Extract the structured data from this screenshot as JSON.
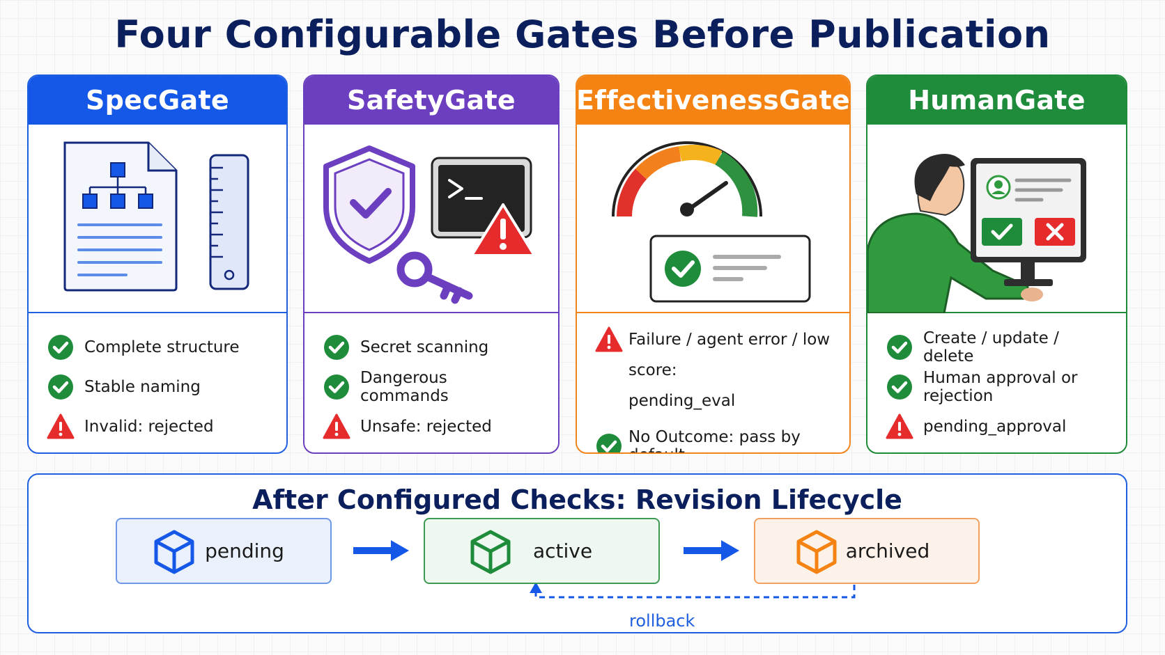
{
  "title": "Four Configurable Gates Before Publication",
  "gates": [
    {
      "name": "SpecGate",
      "items": [
        {
          "status": "check",
          "text": "Complete structure"
        },
        {
          "status": "check",
          "text": "Stable naming"
        },
        {
          "status": "warning",
          "text": "Invalid:  rejected"
        }
      ]
    },
    {
      "name": "SafetyGate",
      "items": [
        {
          "status": "check",
          "text": "Secret scanning"
        },
        {
          "status": "check",
          "text": "Dangerous commands"
        },
        {
          "status": "warning",
          "text": "Unsafe:  rejected"
        }
      ]
    },
    {
      "name": "EffectivenessGate",
      "items": [
        {
          "status": "warning",
          "text": "Failure / agent error / low score:",
          "text2": "pending_eval"
        },
        {
          "status": "check",
          "text": "No Outcome:  pass by default"
        }
      ]
    },
    {
      "name": "HumanGate",
      "items": [
        {
          "status": "check",
          "text": "Create / update / delete"
        },
        {
          "status": "check",
          "text": "Human approval or rejection"
        },
        {
          "status": "warning",
          "text": "pending_approval"
        }
      ]
    }
  ],
  "lifecycle": {
    "title": "After Configured Checks: Revision Lifecycle",
    "states": [
      "pending",
      "active",
      "archived"
    ],
    "rollback_label": "rollback"
  },
  "colors": {
    "spec": "#1558e8",
    "safety": "#6b3fc0",
    "effectiveness": "#f58313",
    "human": "#1e8c3a",
    "check": "#1e8c3a",
    "warning": "#e52b2b",
    "title": "#0b1f5c"
  },
  "icons": {
    "check": "check-circle-icon",
    "warning": "warning-triangle-icon",
    "state": "cube-icon",
    "arrow": "arrow-right-icon"
  }
}
